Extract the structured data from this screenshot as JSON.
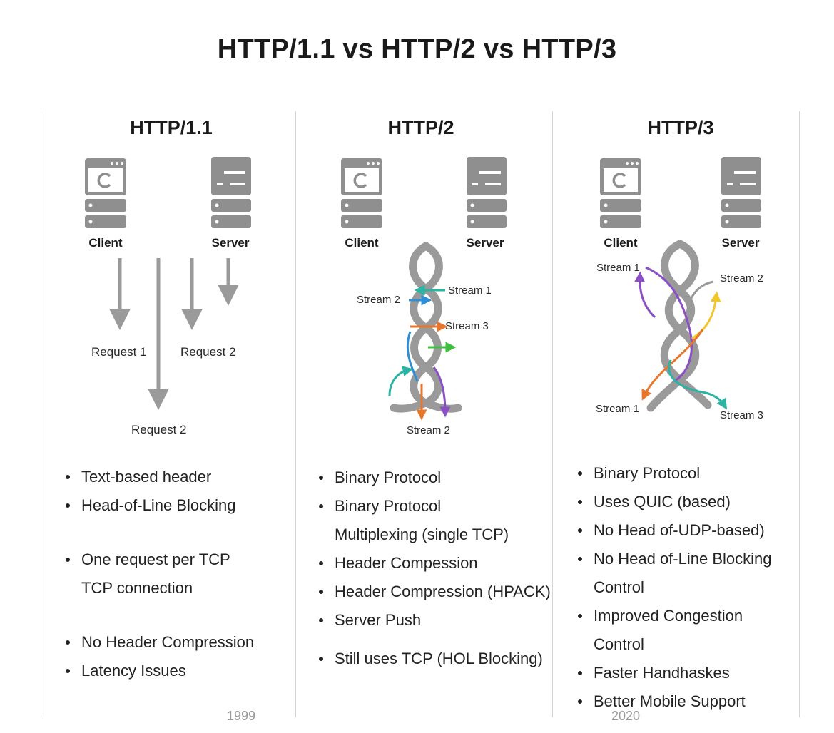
{
  "title": "HTTP/1.1 vs HTTP/2 vs HTTP/3",
  "columns": [
    {
      "heading": "HTTP/1.1",
      "client_label": "Client",
      "server_label": "Server",
      "diagram_labels": [
        "Request 1",
        "Request 2",
        "Request 2"
      ],
      "features": [
        "Text-based header",
        "Head-of-Line Blocking",
        "One request per TCP",
        "TCP connection",
        "No Header Compression",
        "Latency Issues"
      ],
      "year": "1999"
    },
    {
      "heading": "HTTP/2",
      "client_label": "Client",
      "server_label": "Server",
      "stream_labels": [
        "Stream 1",
        "Stream 2",
        "Stream 3",
        "Stream 2"
      ],
      "features": [
        "Binary Protocol",
        "Binary Protocol",
        "Multiplexing (single TCP)",
        "Header Compession",
        "Header Compression (HPACK)",
        "Server Push",
        "Still uses TCP (HOL Blocking)"
      ],
      "year": ""
    },
    {
      "heading": "HTTP/3",
      "client_label": "Client",
      "server_label": "Server",
      "stream_labels": [
        "Stream 1",
        "Stream 2",
        "Stream 1",
        "Stream 3"
      ],
      "features": [
        "Binary Protocol",
        "Uses QUIC (based)",
        "No Head of-UDP-based)",
        "No Head of-Line Blocking",
        "Control",
        "Improved Congestion Control",
        "Faster Handhaskes",
        "Better Mobile Support"
      ],
      "year": "2020"
    }
  ],
  "icons": [
    "client-window-icon",
    "server-rack-icon"
  ],
  "colors": {
    "icon_gray": "#8f8f8f",
    "rope_gray": "#9a9a9a",
    "stream_teal": "#2bb3a3",
    "stream_blue": "#2f8fd6",
    "stream_orange": "#e8772e",
    "stream_green": "#3fbf3f",
    "stream_purple": "#8a4fc4",
    "stream_yellow": "#f0c62a"
  }
}
